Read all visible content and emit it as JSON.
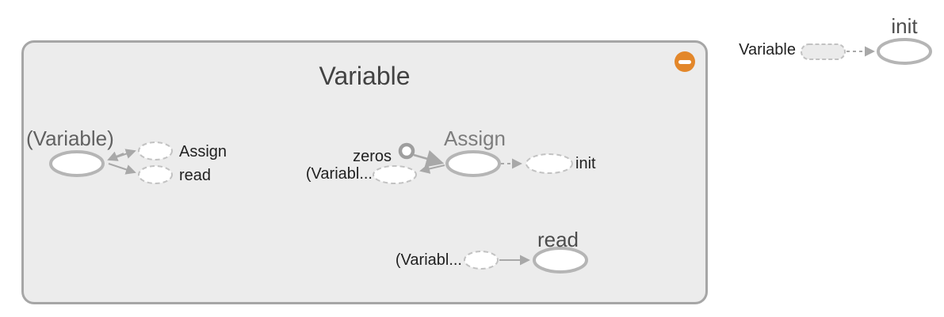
{
  "graph": {
    "group": {
      "title": "Variable"
    },
    "icons": {
      "collapse": "minus-icon"
    },
    "nodes": {
      "variable_op": {
        "label": "(Variable)"
      },
      "assign_ref_top": {
        "label": "Assign"
      },
      "read_ref_top": {
        "label": "read"
      },
      "zeros": {
        "label": "zeros"
      },
      "assign_input_ref": {
        "label": "(Variabl..."
      },
      "assign": {
        "title": "Assign"
      },
      "init_ref": {
        "label": "init"
      },
      "read": {
        "title": "read"
      },
      "read_input_ref": {
        "label": "(Variabl..."
      },
      "ext_variable_ref": {
        "label": "Variable"
      },
      "ext_init": {
        "title": "init"
      }
    },
    "colors": {
      "group_fill": "#ececec",
      "group_border": "#a6a6a6",
      "collapse_orange": "#e3872a",
      "node_stroke": "#b5b5b5",
      "dashed_stroke": "#c2c2c2",
      "edge": "#a8a8a8"
    }
  }
}
